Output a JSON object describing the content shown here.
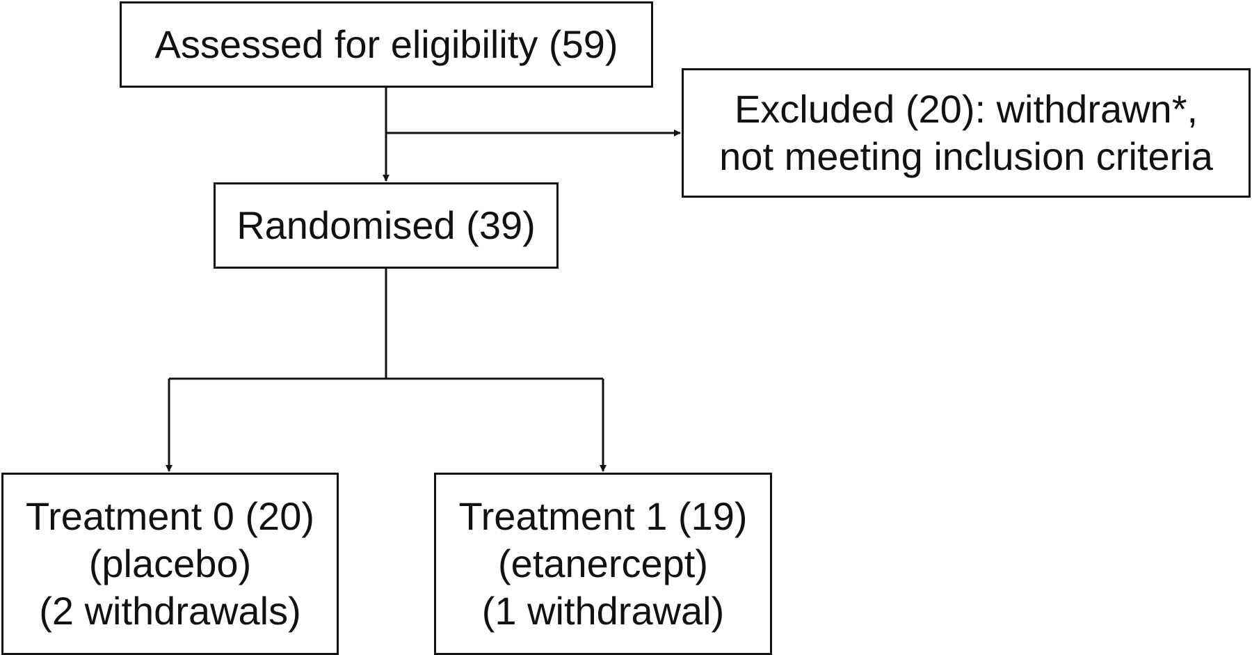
{
  "diagram": {
    "assessed": {
      "line1": "Assessed for eligibility (59)"
    },
    "excluded": {
      "line1": "Excluded (20): withdrawn*,",
      "line2": "not meeting inclusion criteria"
    },
    "randomised": {
      "line1": "Randomised (39)"
    },
    "treatment_0": {
      "line1": "Treatment 0 (20)",
      "line2": "(placebo)",
      "line3": "(2 withdrawals)"
    },
    "treatment_1": {
      "line1": "Treatment 1 (19)",
      "line2": "(etanercept)",
      "line3": "(1 withdrawal)"
    },
    "colors": {
      "stroke": "#111111",
      "background": "#ffffff"
    }
  }
}
